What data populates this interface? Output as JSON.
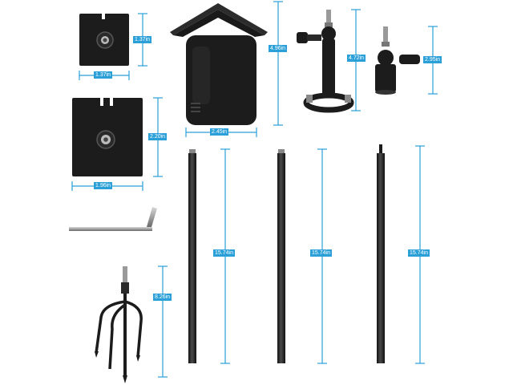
{
  "dimensions": {
    "small_plate_height": "1.37in",
    "small_plate_width": "1.37in",
    "large_plate_height": "2.20in",
    "large_plate_width": "1.96in",
    "housing_height": "4.96in",
    "housing_width": "2.45in",
    "large_mount_height": "4.72in",
    "small_mount_height": "2.95in",
    "pole_1_length": "15.74in",
    "pole_2_length": "15.74in",
    "pole_3_length": "15.74in",
    "spike_length": "8.26in"
  },
  "colors": {
    "dimension_line": "#2a9fd8",
    "product_black": "#1c1c1c",
    "product_grey": "#3a3a3a",
    "background": "#ffffff"
  }
}
